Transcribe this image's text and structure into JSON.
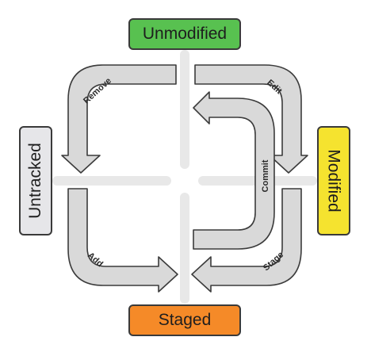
{
  "states": {
    "unmodified": {
      "label": "Unmodified",
      "color": "#58c150"
    },
    "modified": {
      "label": "Modified",
      "color": "#f5e32f"
    },
    "staged": {
      "label": "Staged",
      "color": "#f58a28"
    },
    "untracked": {
      "label": "Untracked",
      "color": "#e6e6e9"
    }
  },
  "transitions": {
    "remove": "Remove",
    "edit": "Edit",
    "commit": "Commit",
    "add": "Add",
    "stage": "Stage"
  },
  "colors": {
    "arrow_fill": "#d9d9d9",
    "arrow_stroke": "#3b3b3b",
    "cross_lines": "#e8e8e8"
  }
}
